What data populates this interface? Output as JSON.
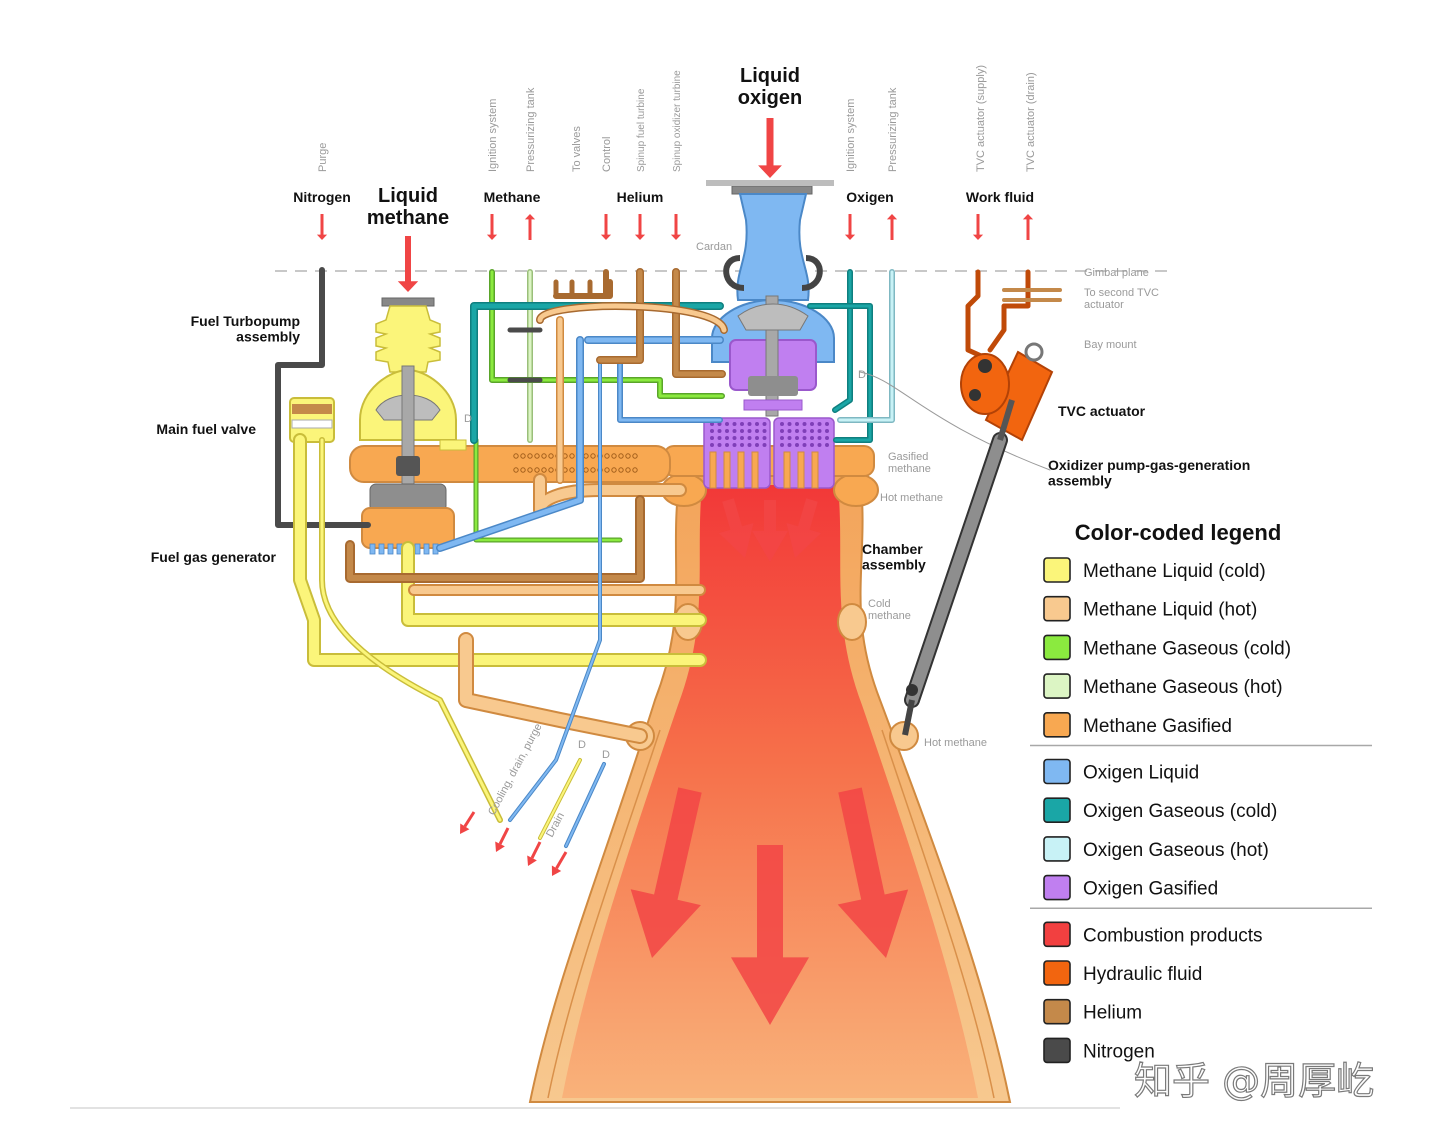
{
  "inputs": {
    "liquid_methane": "Liquid\nmethane",
    "liquid_oxygen": "Liquid\noxigen"
  },
  "top_labels": {
    "nitrogen": "Nitrogen",
    "methane": "Methane",
    "helium": "Helium",
    "oxigen": "Oxigen",
    "work_fluid": "Work fluid"
  },
  "vertical_labels": {
    "purge": "Purge",
    "ignition_methane": "Ignition system",
    "pressurizing_methane": "Pressurizing tank",
    "to_valves": "To valves",
    "control": "Control",
    "spinup_fuel": "Spinup fuel turbine",
    "spinup_oxidizer": "Spinup oxidizer turbine",
    "ignition_oxigen": "Ignition system",
    "pressurizing_oxigen": "Pressurizing tank",
    "tvc_supply": "TVC actuator (supply)",
    "tvc_drain": "TVC actuator (drain)",
    "cooling_drain_purge": "Cooling, drain, purge",
    "drain": "Drain"
  },
  "callouts": {
    "fuel_turbopump": "Fuel Turbopump\nassembly",
    "main_fuel_valve": "Main fuel valve",
    "fuel_gas_generator": "Fuel gas generator",
    "tvc_actuator": "TVC actuator",
    "oxidizer_pump": "Oxidizer pump-gas-generation\nassembly",
    "chamber_assembly": "Chamber\nassembly"
  },
  "minor_labels": {
    "cardan": "Cardan",
    "gimbal_plane": "Gimbal plane",
    "to_second_tvc": "To second TVC\nactuator",
    "bay_mount": "Bay mount",
    "gasified_methane": "Gasified\nmethane",
    "hot_methane_1": "Hot methane",
    "cold_methane": "Cold\nmethane",
    "hot_methane_2": "Hot methane",
    "d_marker": "D"
  },
  "legend": {
    "title": "Color-coded legend",
    "groups": [
      [
        {
          "label": "Methane Liquid (cold)",
          "color": "#fbf57a"
        },
        {
          "label": "Methane Liquid (hot)",
          "color": "#f8c98f"
        },
        {
          "label": "Methane Gaseous (cold)",
          "color": "#8bea3f"
        },
        {
          "label": "Methane Gaseous (hot)",
          "color": "#dcf5c4"
        },
        {
          "label": "Methane Gasified",
          "color": "#f8a851"
        }
      ],
      [
        {
          "label": "Oxigen Liquid",
          "color": "#7fb8f2"
        },
        {
          "label": "Oxigen Gaseous (cold)",
          "color": "#1aa6a6"
        },
        {
          "label": "Oxigen Gaseous (hot)",
          "color": "#c8f2f6"
        },
        {
          "label": "Oxigen Gasified",
          "color": "#c07ff0"
        }
      ],
      [
        {
          "label": "Combustion products",
          "color": "#f24040"
        },
        {
          "label": "Hydraulic fluid",
          "color": "#f2650f"
        },
        {
          "label": "Helium",
          "color": "#c4894a"
        },
        {
          "label": "Nitrogen",
          "color": "#4a4a4a"
        }
      ]
    ]
  },
  "watermark": "知乎 @周厚屹",
  "colors": {
    "methane_cold": "#fbf57a",
    "methane_hot": "#f8c98f",
    "methane_gas_cold": "#8bea3f",
    "methane_gas_hot": "#dcf5c4",
    "methane_gasified": "#f8a851",
    "oxygen_liquid": "#7fb8f2",
    "oxygen_gas_cold": "#1aa6a6",
    "oxygen_gas_hot": "#c8f2f6",
    "oxygen_gasified": "#c07ff0",
    "combustion": "#f24040",
    "hydraulic": "#f2650f",
    "helium": "#c4894a",
    "nitrogen": "#4a4a4a",
    "arrow": "#f04545"
  }
}
